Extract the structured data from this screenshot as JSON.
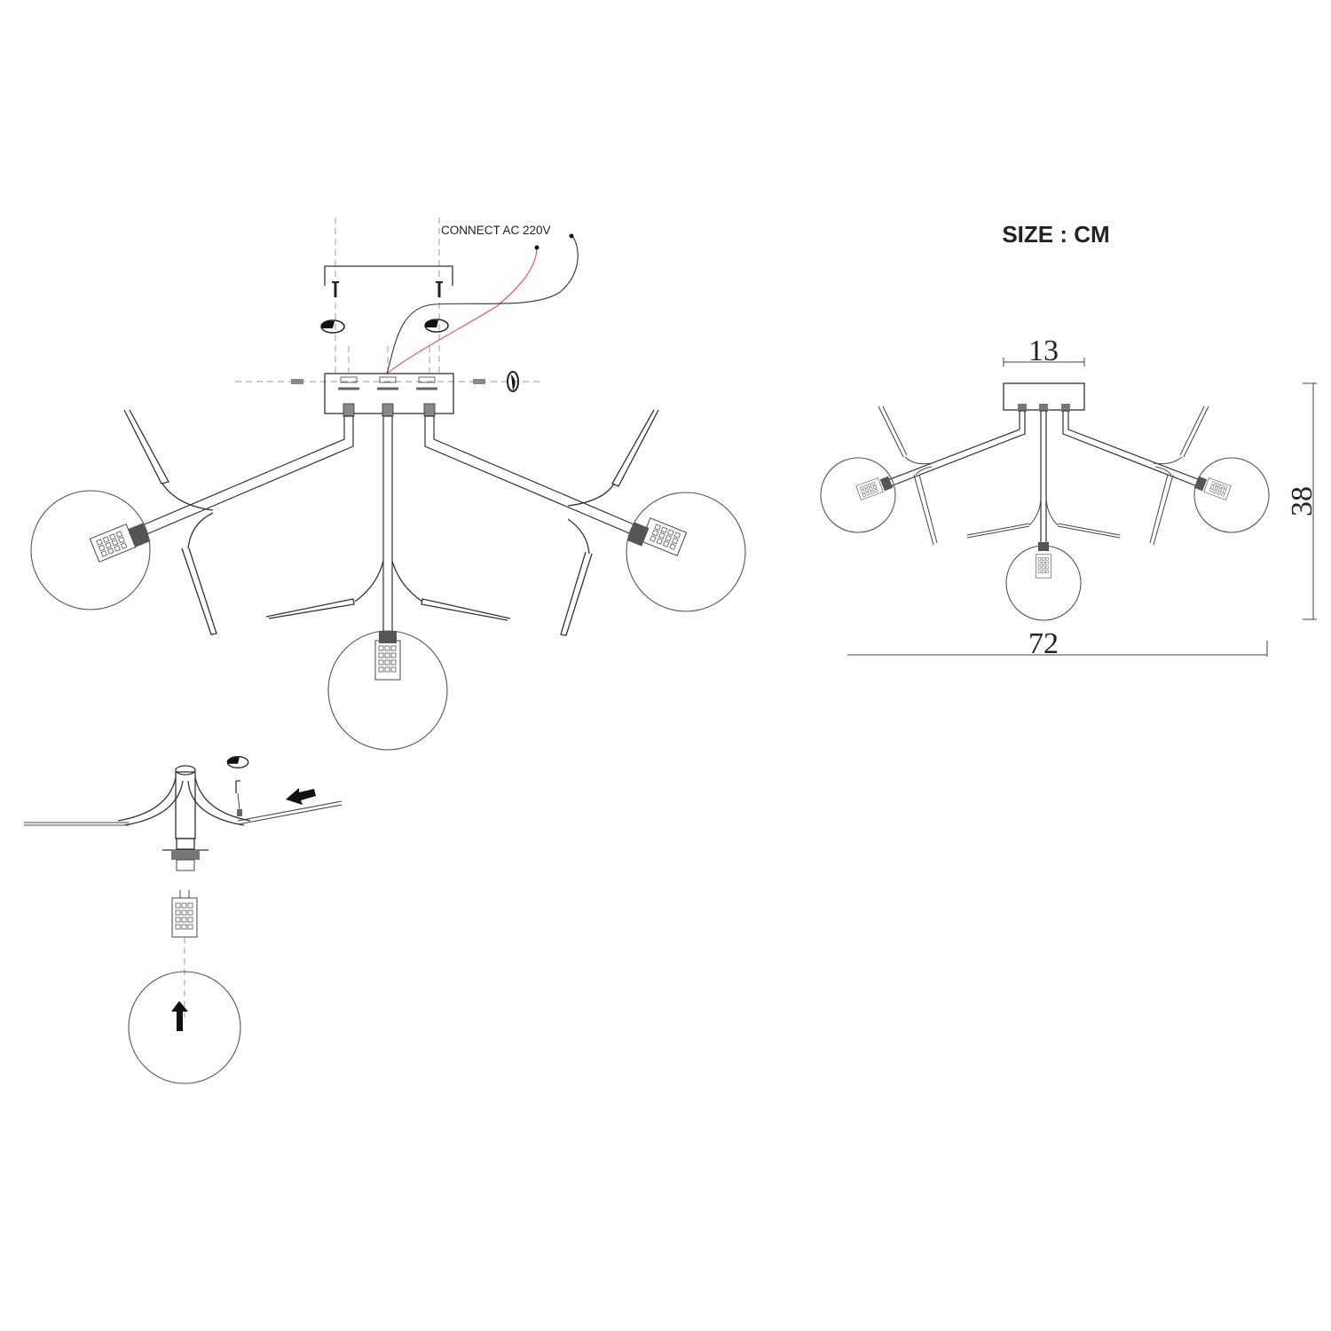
{
  "installation": {
    "wire_label": "CONNECT AC 220V",
    "wire_colors": {
      "live": "#e05050",
      "neutral": "#333333"
    }
  },
  "dimensions": {
    "unit_label": "SIZE : CM",
    "canopy_width": "13",
    "height": "38",
    "overall_width": "72"
  }
}
